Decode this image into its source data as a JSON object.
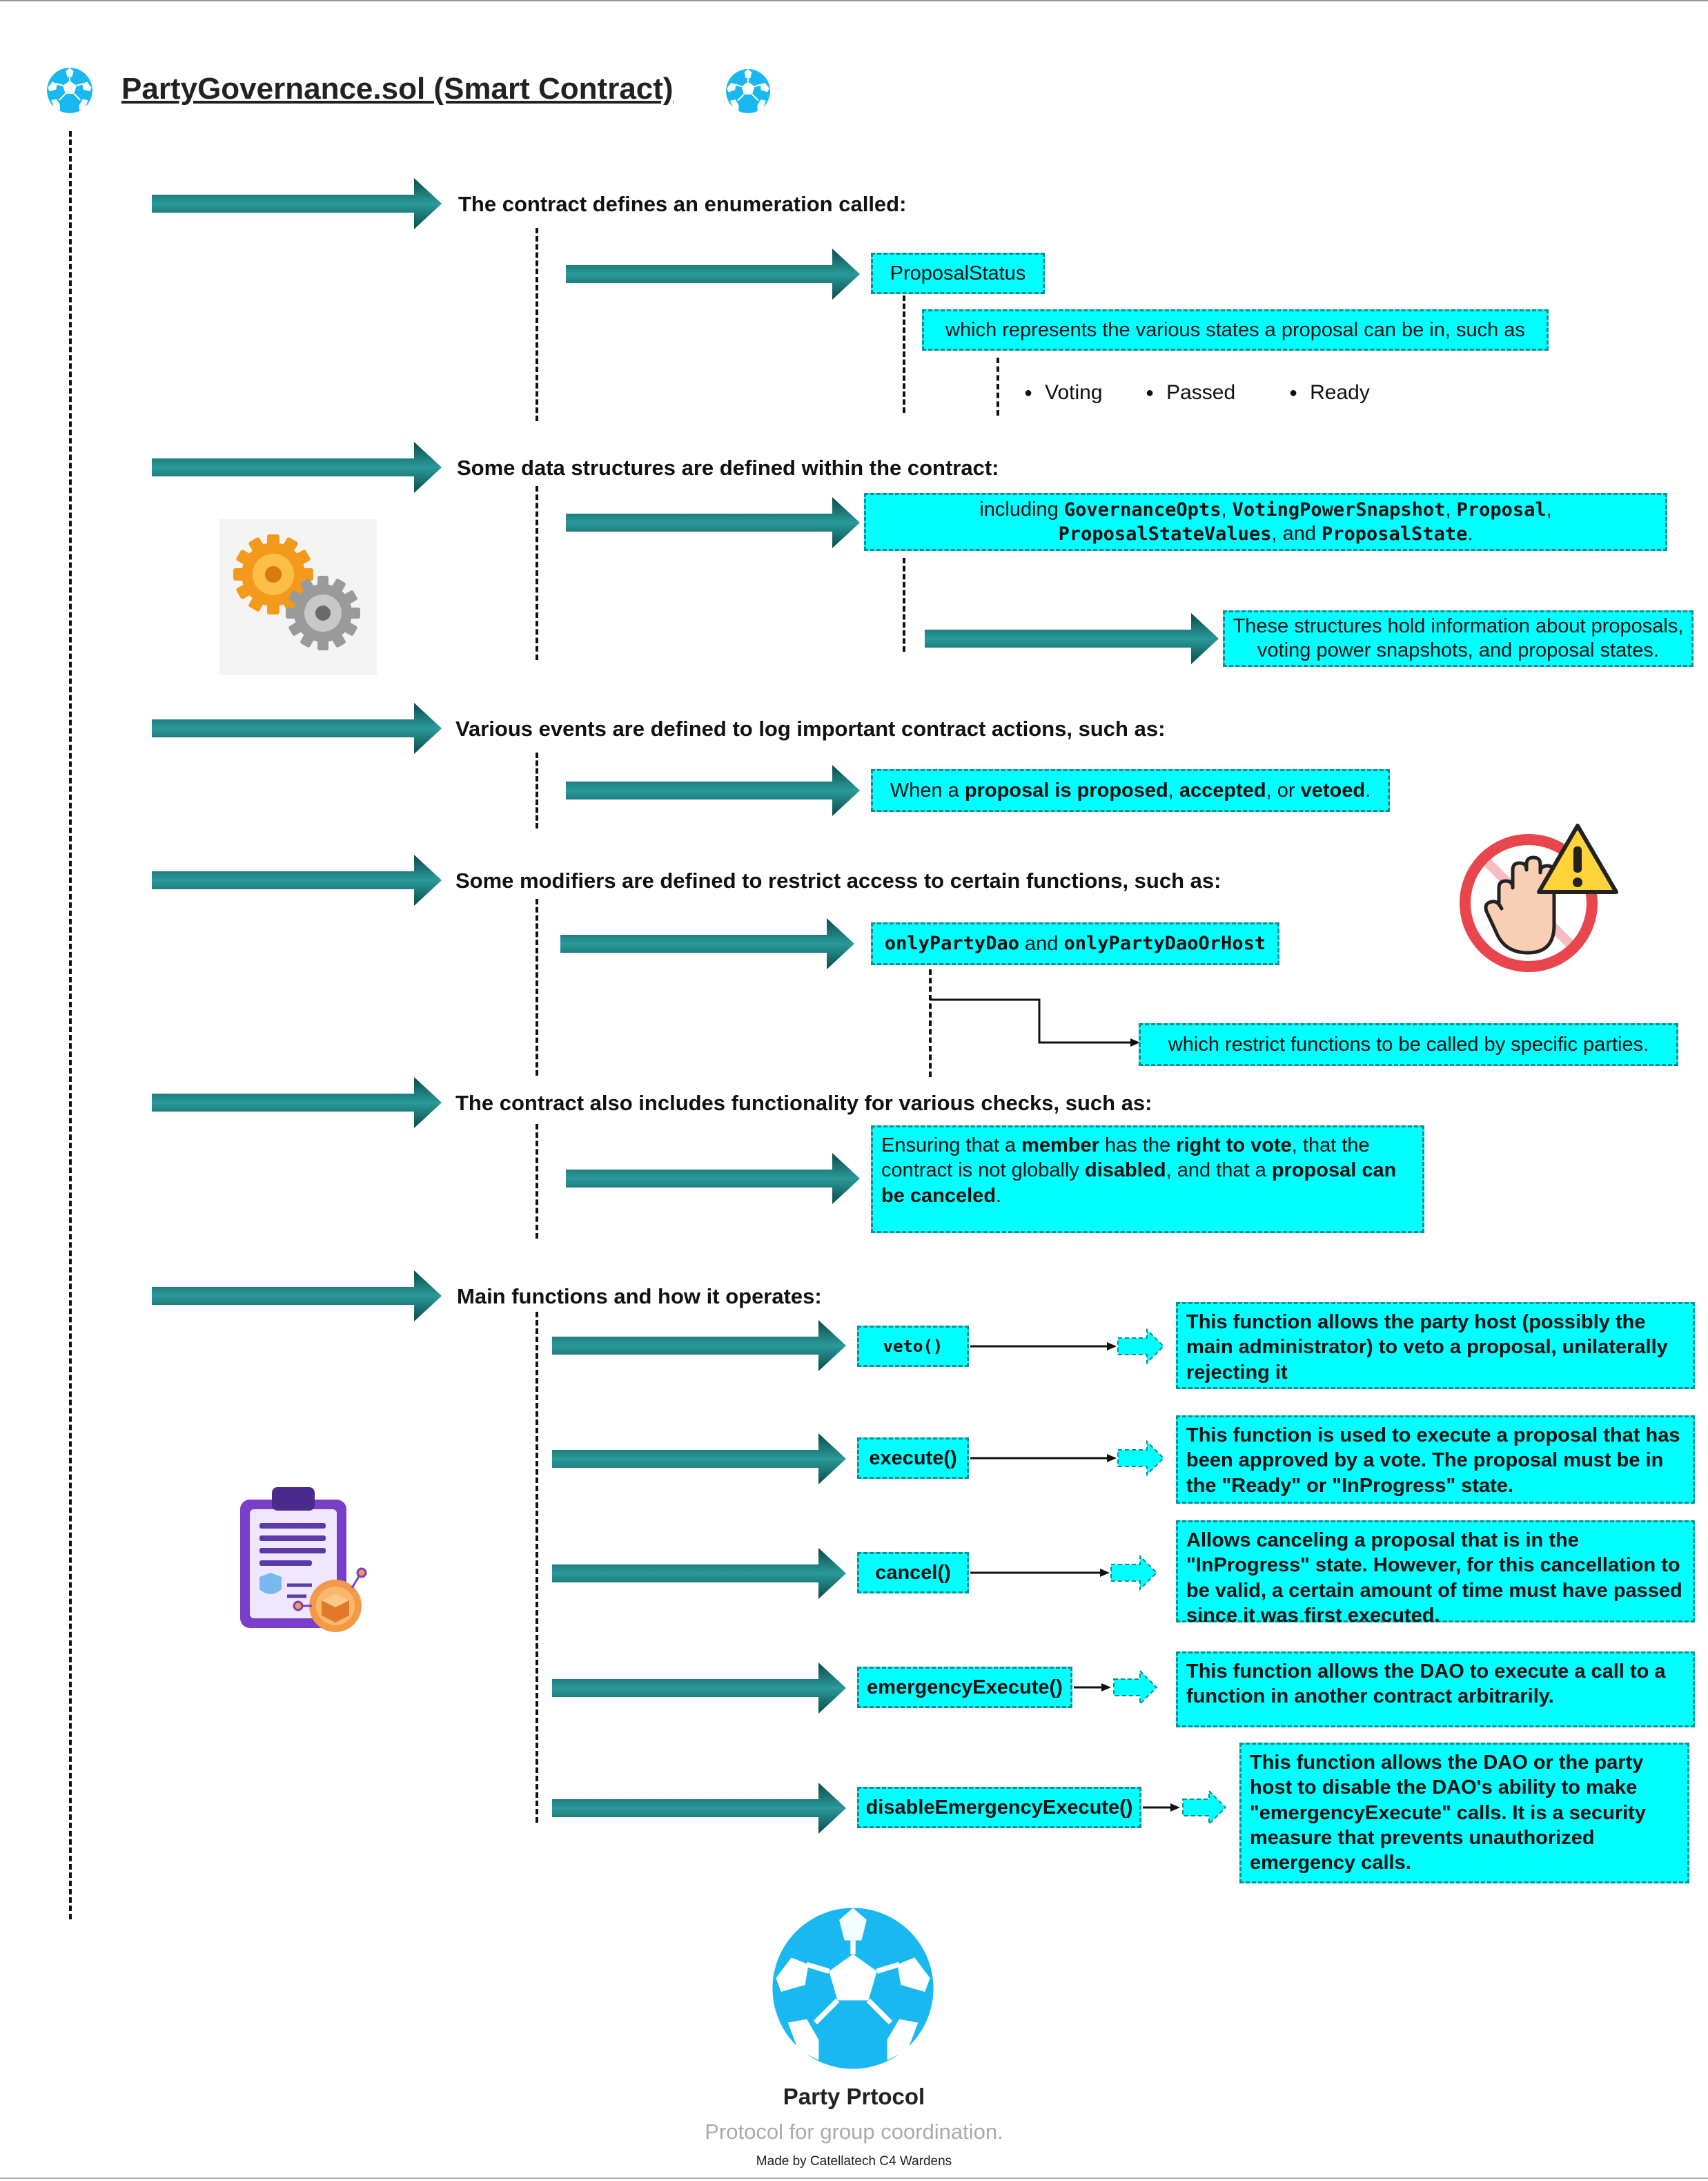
{
  "title": "PartyGovernance.sol (Smart Contract)",
  "sections": {
    "enum": {
      "heading": "The contract defines an enumeration called:",
      "name": "ProposalStatus",
      "description": "which represents the various states a proposal can be in, such as",
      "states": [
        "Voting",
        "Passed",
        "Ready"
      ]
    },
    "structures": {
      "heading": "Some data structures are defined within the contract:",
      "including": "including",
      "s1": "GovernanceOpts",
      "s2": "VotingPowerSnapshot",
      "s3": "Proposal",
      "s4": "ProposalStateValues",
      "and": ", and",
      "s5": "ProposalState",
      "hold_info_line1": "These structures hold information about proposals,",
      "hold_info_line2": "voting power snapshots, and proposal states."
    },
    "events": {
      "heading": "Various events are defined to log important contract actions, such as:",
      "when_a": "When a",
      "proposed": "proposal is proposed",
      "accepted": "accepted",
      "or": ", or",
      "vetoed": "vetoed"
    },
    "modifiers": {
      "heading": "Some modifiers are defined to restrict access to certain functions, such as:",
      "m1": "onlyPartyDao",
      "and": "and",
      "m2": "onlyPartyDaoOrHost",
      "restrict": "which restrict functions to be called by specific parties."
    },
    "checks": {
      "heading": "The contract also includes functionality for various checks, such as:",
      "t1": "Ensuring that a",
      "member": "member",
      "t2": "has the",
      "right": "right to vote",
      "t3": ", that the contract is not globally",
      "disabled": "disabled",
      "t4": ", and that a",
      "cancel": "proposal can be canceled",
      "period": "."
    },
    "functions": {
      "heading": "Main functions and how it operates:",
      "items": [
        {
          "name": "veto()",
          "desc": "This function allows the party host (possibly the main administrator) to veto a proposal, unilaterally rejecting it"
        },
        {
          "name": "execute()",
          "desc": "This function is used to execute a proposal that has been approved by a vote. The proposal must be in the \"Ready\" or \"InProgress\" state."
        },
        {
          "name": "cancel()",
          "desc": "Allows canceling a proposal that is in the \"InProgress\" state. However, for this cancellation to be valid, a certain amount of time must have passed since it was first executed."
        },
        {
          "name": "emergencyExecute()",
          "desc": "This function allows the DAO to execute a call to a function in another contract arbitrarily."
        },
        {
          "name": "disableEmergencyExecute()",
          "desc": "This function allows the DAO or the party host to disable the DAO's ability to make \"emergencyExecute\" calls. It is a security measure that prevents unauthorized emergency calls."
        }
      ]
    }
  },
  "footer": {
    "name": "Party Prtocol",
    "tagline": "Protocol for group coordination.",
    "credit": "Made by Catellatech C4 Wardens"
  },
  "colors": {
    "box_fill": "#00ffff",
    "box_border": "#1a8a8a",
    "arrow_dark": "#0b4a4a",
    "arrow_light": "#2a9a9a",
    "logo_blue": "#1ab8f0"
  },
  "icons": [
    "soccer-ball-icon",
    "gears-icon",
    "stop-hand-warning-icon",
    "clipboard-contract-icon"
  ]
}
